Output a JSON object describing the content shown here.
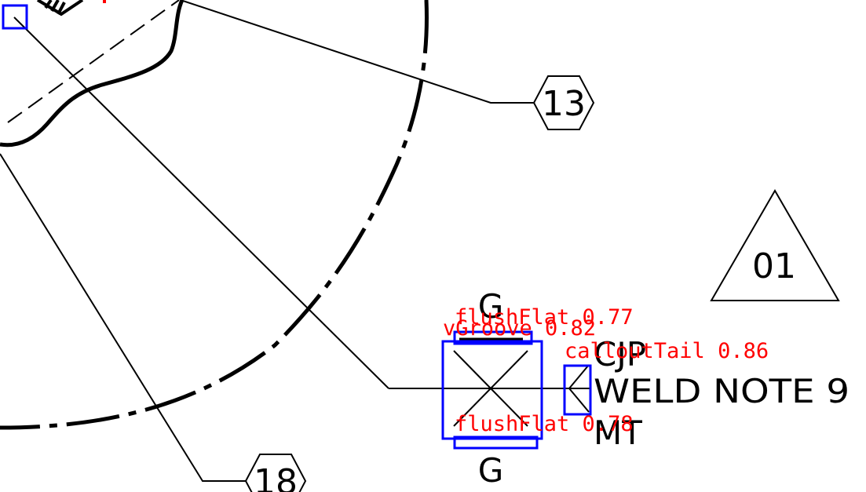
{
  "drawing": {
    "colors": {
      "line": "#000000",
      "box": "#0000ff",
      "label": "#ff0000",
      "background": "#ffffff"
    },
    "hex_tags": [
      {
        "id": "tag-13",
        "text": "13"
      },
      {
        "id": "tag-18",
        "text": "18"
      }
    ],
    "triangle_tag": {
      "text": "01"
    },
    "weld_symbol": {
      "top_text": "G",
      "bottom_text": "G",
      "process_text": "CJP",
      "note_text": "WELD NOTE 9",
      "test_text": "MT"
    },
    "detections": [
      {
        "id": "det-flush-top",
        "text": "flushFlat 0.77"
      },
      {
        "id": "det-vgroove",
        "text": "vGroove 0.82"
      },
      {
        "id": "det-callout-tail",
        "text": "calloutTail 0.86"
      },
      {
        "id": "det-flush-bottom",
        "text": "flushFlat 0.78"
      },
      {
        "id": "det-corner",
        "text": ""
      }
    ]
  }
}
